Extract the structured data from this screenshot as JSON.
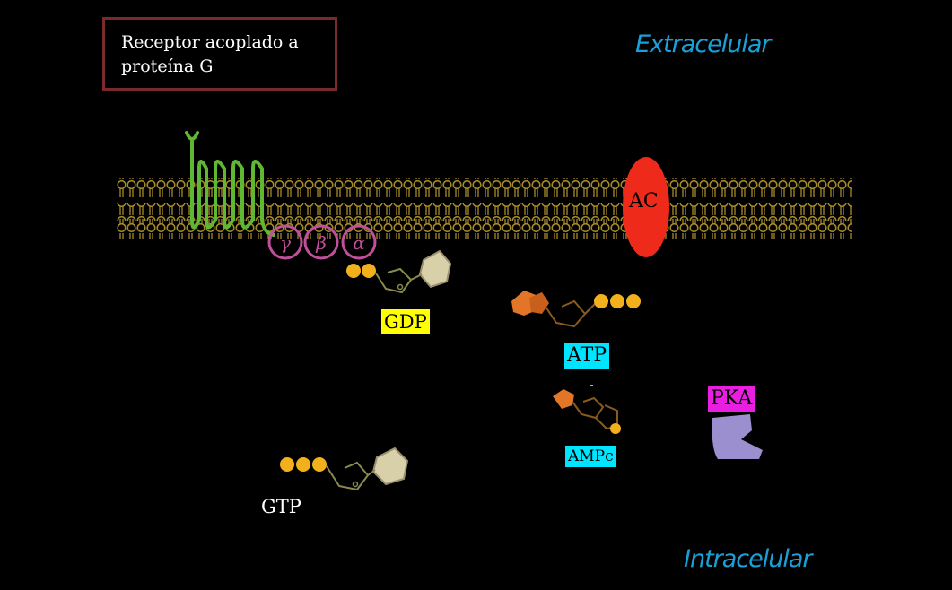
{
  "title": {
    "line1": "Receptor acoplado a",
    "line2": "proteína G"
  },
  "regions": {
    "extracellular": "Extracelular",
    "intracellular": "Intracelular"
  },
  "proteins": {
    "adenylyl_cyclase": "AC",
    "g_gamma": "γ",
    "g_beta": "β",
    "g_alpha": "α",
    "pka": "PKA"
  },
  "molecules": {
    "gdp": "GDP",
    "atp": "ATP",
    "camp": "AMPc",
    "gtp": "GTP"
  },
  "colors": {
    "receptor": "#5fb832",
    "membrane": "#a58a2a",
    "ac": "#ee2a1a",
    "g_protein": "#c0509a",
    "phosphate": "#f2b01c",
    "nucleotide_base": "#e37528",
    "pka_body": "#9b8fcf"
  }
}
